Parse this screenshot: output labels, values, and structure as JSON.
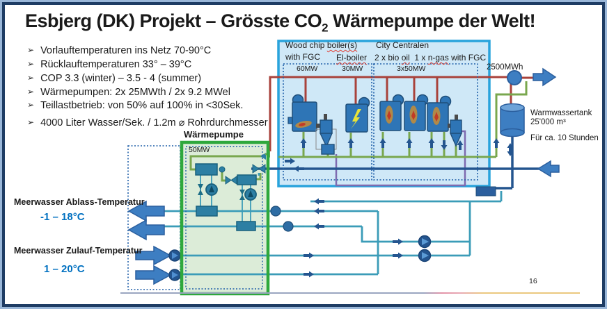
{
  "slide": {
    "title_a": "Esbjerg (DK) Projekt – Grösste CO",
    "title_sub": "2",
    "title_b": " Wärmepumpe der Welt!",
    "page_number": "16",
    "bullet_marker": "➢"
  },
  "bullets": [
    "Vorlauftemperaturen ins Netz 70-90°C",
    "Rücklauftemperaturen 33° – 39°C",
    "COP 3.3 (winter) – 3.5 - 4 (summer)",
    "Wärmepumpen: 2x 25MWth / 2x 9.2 MWel",
    "Teillastbetrieb: von 50% auf 100% in <30Sek.",
    "4000 Liter Wasser/Sek. / 1.2m ⌀ Rohrdurchmesser"
  ],
  "boiler_house": {
    "wood_chip_label_a": "Wood chip ",
    "wood_chip_label_b": "boiler(s)",
    "wood_chip_label_line2": "with FGC",
    "el_boiler_label": "El-boiler",
    "city_label": "City Centralen",
    "city_sub_a": "2 x bio ",
    "city_sub_b": "oil",
    "city_sub_c": "  1 x ",
    "city_sub_d": "n-gas",
    "city_sub_e": " with FGC",
    "wood_chip_capacity": "60MW",
    "el_boiler_capacity": "30MW",
    "city_capacity": "3x50MW"
  },
  "heat_pump": {
    "title": "Wärmepumpe",
    "capacity": "50MW"
  },
  "seawater": {
    "discharge_label": "Meerwasser Ablass-Temperatur",
    "discharge_temp": "-1 – 18°C",
    "inlet_label": "Meerwasser Zulauf-Temperatur",
    "inlet_temp": "1 – 20°C"
  },
  "storage": {
    "energy": "2500MWh",
    "tank_line1": "Warmwassertank",
    "tank_line2": "25'000 m³",
    "tank_line3": "Für ca. 10 Stunden"
  },
  "colors": {
    "boiler_box_border": "#29a3dc",
    "heat_pump_border": "#2ea83c",
    "supply_line_red": "#a8423b",
    "return_line_green": "#79a74e",
    "network_line_navy": "#24558f",
    "seawater_teal": "#3b9cb8",
    "temp_text_blue": "#0070c0"
  }
}
